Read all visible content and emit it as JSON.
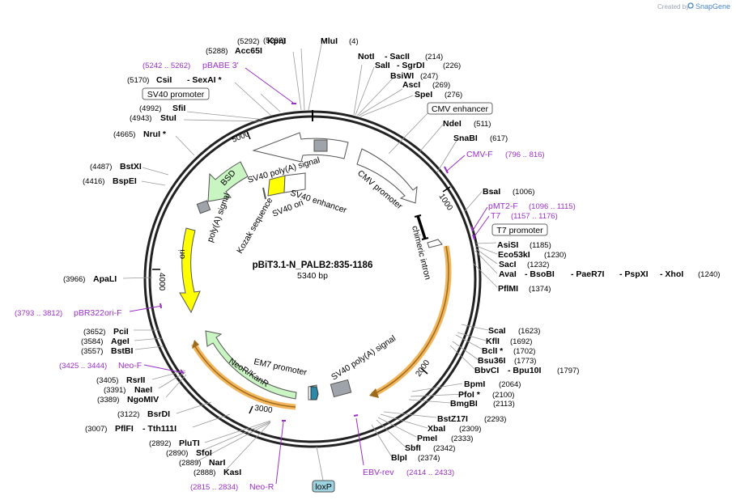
{
  "branding": {
    "created_by": "Created by",
    "app_name": "SnapGene"
  },
  "map": {
    "name": "pBiT3.1-N_PALB2:835-1186",
    "size_label": "5340 bp",
    "ticks": [
      "1000",
      "2000",
      "3000",
      "4000",
      "5000"
    ]
  },
  "enzymes": {
    "kpni": {
      "name": "KpnI",
      "pos": "(5292)"
    },
    "mlui": {
      "name": "MluI",
      "pos": "(4)"
    },
    "acc65i": {
      "name": "Acc65I",
      "pos": "(5288)"
    },
    "noti": {
      "name": "NotI",
      "pos": "(214)"
    },
    "sacii": {
      "name": "- SacII",
      "pos": ""
    },
    "sali": {
      "name": "SalI",
      "pos": "(226)"
    },
    "sgrdi": {
      "name": "- SgrDI",
      "pos": ""
    },
    "csii": {
      "name": "CsiI",
      "pos": "(5170)"
    },
    "sexai": {
      "name": "- SexAI *",
      "pos": ""
    },
    "bsiwi": {
      "name": "BsiWI",
      "pos": "(247)"
    },
    "asci": {
      "name": "AscI",
      "pos": "(269)"
    },
    "spei": {
      "name": "SpeI",
      "pos": "(276)"
    },
    "sfii": {
      "name": "SfiI",
      "pos": "(4992)"
    },
    "stui": {
      "name": "StuI",
      "pos": "(4943)"
    },
    "ndei": {
      "name": "NdeI",
      "pos": "(511)"
    },
    "nrui": {
      "name": "NruI *",
      "pos": "(4665)"
    },
    "snabi": {
      "name": "SnaBI",
      "pos": "(617)"
    },
    "bstxi": {
      "name": "BstXI",
      "pos": "(4487)"
    },
    "bspei": {
      "name": "BspEI",
      "pos": "(4416)"
    },
    "bsai": {
      "name": "BsaI",
      "pos": "(1006)"
    },
    "asisi": {
      "name": "AsiSI",
      "pos": "(1185)"
    },
    "eco53ki": {
      "name": "Eco53kI",
      "pos": "(1230)"
    },
    "saci": {
      "name": "SacI",
      "pos": "(1232)"
    },
    "avai": {
      "name": "AvaI",
      "pos": ""
    },
    "bsobi": {
      "name": "- BsoBI",
      "pos": ""
    },
    "paer7i": {
      "name": "- PaeR7I",
      "pos": ""
    },
    "pspxi": {
      "name": "- PspXI",
      "pos": ""
    },
    "xhoi": {
      "name": "- XhoI",
      "pos": "(1240)"
    },
    "apali": {
      "name": "ApaLI",
      "pos": "(3966)"
    },
    "pfimi": {
      "name": "PflMI",
      "pos": "(1374)"
    },
    "pcii": {
      "name": "PciI",
      "pos": "(3652)"
    },
    "agei": {
      "name": "AgeI",
      "pos": "(3584)"
    },
    "bstbi": {
      "name": "BstBI",
      "pos": "(3557)"
    },
    "scai": {
      "name": "ScaI",
      "pos": "(1623)"
    },
    "kfli": {
      "name": "KflI",
      "pos": "(1692)"
    },
    "bcli": {
      "name": "BclI *",
      "pos": "(1702)"
    },
    "bsu36i": {
      "name": "Bsu36I",
      "pos": "(1773)"
    },
    "bbvci": {
      "name": "BbvCI",
      "pos": ""
    },
    "bpu10i": {
      "name": "- Bpu10I",
      "pos": "(1797)"
    },
    "rsrii": {
      "name": "RsrII",
      "pos": "(3405)"
    },
    "naei": {
      "name": "NaeI",
      "pos": "(3391)"
    },
    "ngomiv": {
      "name": "NgoMIV",
      "pos": "(3389)"
    },
    "bpmi": {
      "name": "BpmI",
      "pos": "(2064)"
    },
    "pfoi": {
      "name": "PfoI *",
      "pos": "(2100)"
    },
    "bmgbi": {
      "name": "BmgBI",
      "pos": "(2113)"
    },
    "bsrdi": {
      "name": "BsrDI",
      "pos": "(3122)"
    },
    "pflfi": {
      "name": "PflFI",
      "pos": "(3007)"
    },
    "tth111i": {
      "name": "- Tth111I",
      "pos": ""
    },
    "bstz17i": {
      "name": "BstZ17I",
      "pos": "(2293)"
    },
    "xbai": {
      "name": "XbaI",
      "pos": "(2309)"
    },
    "pmei": {
      "name": "PmeI",
      "pos": "(2333)"
    },
    "sbfi": {
      "name": "SbfI",
      "pos": "(2342)"
    },
    "blpi": {
      "name": "BlpI",
      "pos": "(2374)"
    },
    "pluti": {
      "name": "PluTI",
      "pos": "(2892)"
    },
    "sfoi": {
      "name": "SfoI",
      "pos": "(2890)"
    },
    "nari": {
      "name": "NarI",
      "pos": "(2889)"
    },
    "kasi": {
      "name": "KasI",
      "pos": "(2888)"
    }
  },
  "primers": {
    "pbabe3": {
      "name": "pBABE 3'",
      "pos": "(5242 .. 5262)"
    },
    "cmvf": {
      "name": "CMV-F",
      "pos": "(796 .. 816)"
    },
    "pmt2f": {
      "name": "pMT2-F",
      "pos": "(1096 .. 1115)"
    },
    "t7": {
      "name": "T7",
      "pos": "(1157 .. 1176)"
    },
    "pbr322ori": {
      "name": "pBR322ori-F",
      "pos": "(3793 .. 3812)"
    },
    "neof": {
      "name": "Neo-F",
      "pos": "(3425 .. 3444)"
    },
    "neor": {
      "name": "Neo-R",
      "pos": "(2815 .. 2834)"
    },
    "ebvrev": {
      "name": "EBV-rev",
      "pos": "(2414 .. 2433)"
    }
  },
  "boxed_features": {
    "sv40_promoter": "SV40 promoter",
    "cmv_enhancer": "CMV enhancer",
    "t7_promoter": "T7 promoter",
    "loxp": "loxP"
  },
  "features": {
    "sv40_polya_top": "SV40 poly(A) signal",
    "cmv_promoter": "CMV promoter",
    "bsd": "BSD",
    "sv40_enhancer": "SV40 enhancer",
    "sv40_ori": "SV40 ori",
    "kozak": "Kozak sequence",
    "polya_signal": "poly(A) signal",
    "chimeric_intron": "chimeric intron",
    "ori": "ori",
    "sv40_polya_bottom": "SV40 poly(A) signal",
    "em7_promoter": "EM7 promoter",
    "neor_kanr": "NeoR/KanR"
  },
  "colors": {
    "backbone": "#222222",
    "primer": "#9b2fc9",
    "ori": "#ffff00",
    "marker": "#c9f5c2",
    "orf_outline": "#f2b55c",
    "promoter": "#ffffff",
    "polya": "#9ea4aa",
    "loxp": "#9dd3e0"
  }
}
